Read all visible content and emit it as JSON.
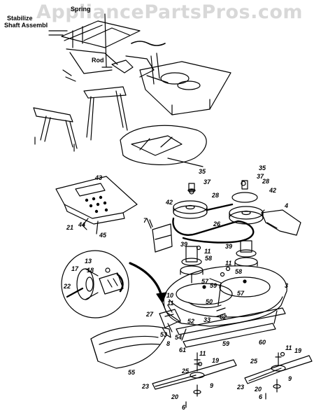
{
  "watermark": "AppliancePartsPros.com",
  "header_labels": {
    "stabilizer": "Stabilize",
    "shaft_assembly": "Shaft Assembl",
    "spring": "Spring",
    "rod": "Rod"
  },
  "callouts": {
    "c3": "3",
    "c4": "4",
    "c6a": "6",
    "c6b": "6",
    "c7": "7",
    "c8": "8",
    "c9a": "9",
    "c9b": "9",
    "c10": "10",
    "c11a": "11",
    "c11b": "11",
    "c11c": "11",
    "c11d": "11",
    "c13": "13",
    "c17": "17",
    "c18": "18",
    "c19a": "19",
    "c19b": "19",
    "c20a": "20",
    "c20b": "20",
    "c21": "21",
    "c22": "22",
    "c23a": "23",
    "c23b": "23",
    "c25a": "25",
    "c25b": "25",
    "c26": "26",
    "c27": "27",
    "c28a": "28",
    "c28b": "28",
    "c33": "33",
    "c35a": "35",
    "c35b": "35",
    "c37a": "37",
    "c37b": "37",
    "c39a": "39",
    "c39b": "39",
    "c42a": "42",
    "c42b": "42",
    "c43": "43",
    "c44": "44",
    "c45": "45",
    "c50": "50",
    "c52": "52",
    "c53": "53",
    "c54": "54",
    "c55": "55",
    "c57a": "57",
    "c57b": "57",
    "c58a": "58",
    "c58b": "58",
    "c59a": "59",
    "c59b": "59",
    "c60": "60",
    "c61": "61",
    "c62": "62"
  }
}
